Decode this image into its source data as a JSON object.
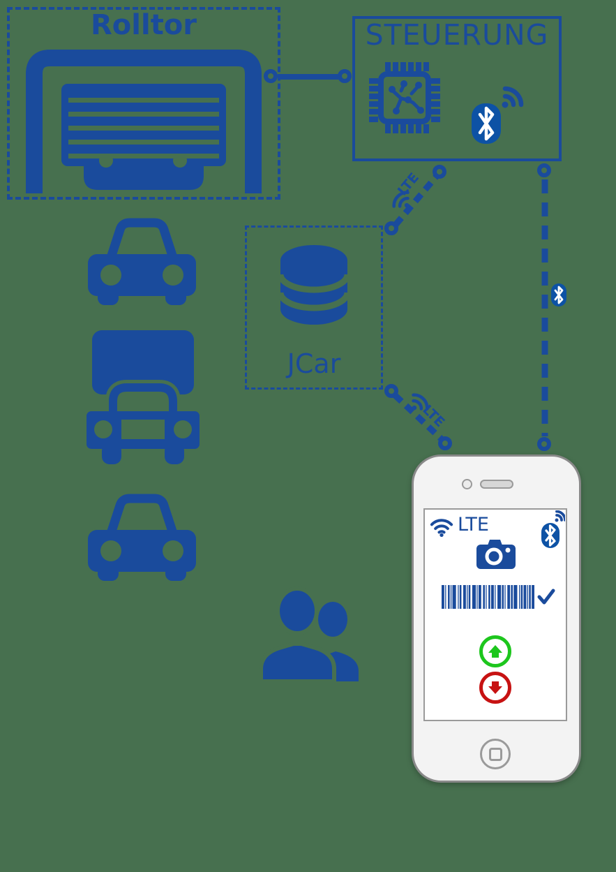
{
  "colors": {
    "background": "#47704f",
    "primary_blue": "#1a4b9c",
    "bluetooth_blue": "#0d52a5",
    "success_green": "#1dc61d",
    "alert_red": "#c71212",
    "phone_body": "#f3f3f3",
    "phone_hardware_gray": "#9a9a9a",
    "screen_background": "#ffffff"
  },
  "rolltor_box": {
    "title": "Rolltor",
    "icon": "garage-door-icon"
  },
  "steuerung_box": {
    "title": "STEUERUNG",
    "icons": [
      "chip-icon",
      "bluetooth-icon"
    ]
  },
  "jcar_box": {
    "title": "JCar",
    "icon": "database-icon"
  },
  "connections": {
    "rolltor_to_steuerung": {
      "type": "wired-line"
    },
    "steuerung_to_jcar": {
      "label": "LTE",
      "icon": "wifi-icon",
      "style": "dashed"
    },
    "jcar_to_phone": {
      "label": "LTE",
      "icon": "wifi-icon",
      "style": "dashed"
    },
    "steuerung_to_phone": {
      "icon": "bluetooth-icon",
      "style": "dashed"
    }
  },
  "left_column_icons": [
    "car-icon",
    "truck-icon",
    "car-icon"
  ],
  "users_icon": "users-icon",
  "phone": {
    "status_bar": {
      "network_label": "LTE",
      "left_icon": "wifi-icon",
      "right_icon": "bluetooth-icon"
    },
    "camera_icon": "camera-icon",
    "barcode": {
      "icon": "barcode-icon",
      "checkmark_icon": "checkmark-icon",
      "pattern": [
        3,
        1,
        1,
        2,
        2,
        1,
        1,
        1,
        4,
        2,
        1,
        1,
        2,
        2,
        3,
        1,
        1,
        1,
        2,
        2,
        4,
        1,
        1,
        1,
        3,
        2,
        2,
        1,
        1,
        2,
        2,
        1,
        3,
        1,
        1,
        2,
        4,
        1,
        2,
        1,
        1,
        2,
        3,
        1,
        2,
        1,
        4,
        2,
        1,
        1,
        2,
        1,
        3,
        1,
        1,
        1,
        2,
        1,
        3
      ]
    },
    "upload_button_icon": "arrow-up-icon",
    "download_button_icon": "arrow-down-icon",
    "home_button_icon": "home-button-icon"
  }
}
